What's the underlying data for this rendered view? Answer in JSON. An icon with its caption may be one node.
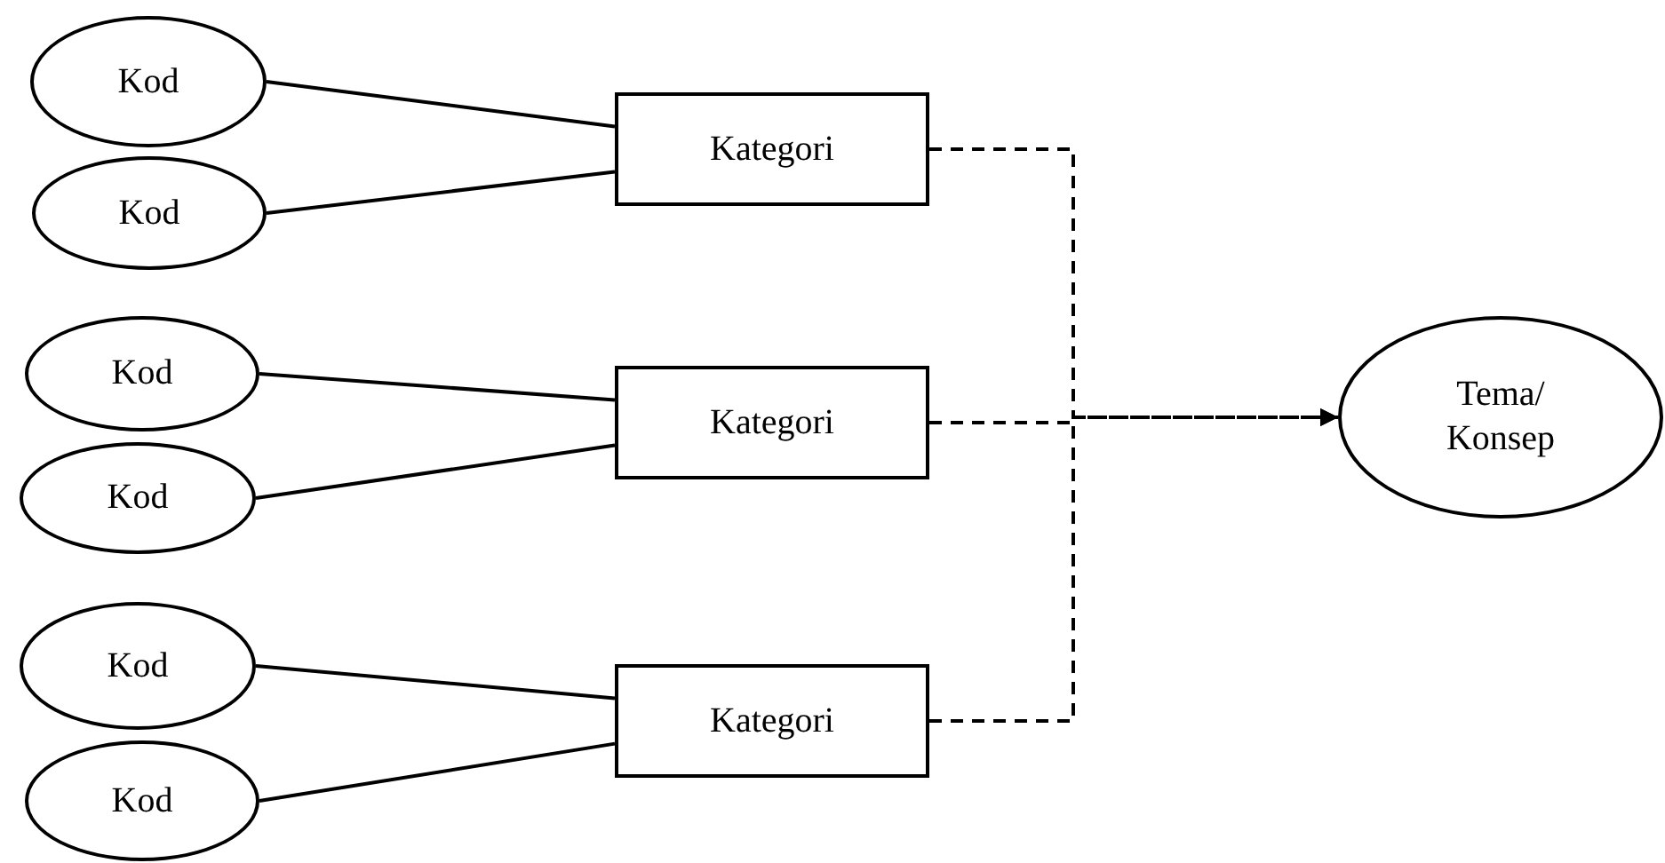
{
  "diagram": {
    "nodes": [
      {
        "text": [
          "Kod"
        ]
      },
      {
        "text": [
          "Kod"
        ]
      },
      {
        "text": [
          "Kategori"
        ]
      },
      {
        "text": [
          "Kod"
        ]
      },
      {
        "text": [
          "Kod"
        ]
      },
      {
        "text": [
          "Kategori"
        ]
      },
      {
        "text": [
          "Kod"
        ]
      },
      {
        "text": [
          "Kod"
        ]
      },
      {
        "text": [
          "Kategori"
        ]
      },
      {
        "text": [
          "Tema/ Konsep"
        ]
      }
    ],
    "edges": [
      {
        "from": 0,
        "to": 2,
        "arrow": "none"
      },
      {
        "from": 1,
        "to": 2,
        "arrow": "none"
      },
      {
        "from": 3,
        "to": 5,
        "arrow": "none"
      },
      {
        "from": 4,
        "to": 5,
        "arrow": "none"
      },
      {
        "from": 6,
        "to": 8,
        "arrow": "none"
      },
      {
        "from": 7,
        "to": 8,
        "arrow": "none"
      },
      {
        "from": 2,
        "to": 9,
        "arrow": "to",
        "style": "dashed"
      },
      {
        "from": 5,
        "to": 9,
        "arrow": "to",
        "style": "dashed"
      },
      {
        "from": 8,
        "to": 9,
        "arrow": "to",
        "style": "dashed"
      }
    ]
  }
}
